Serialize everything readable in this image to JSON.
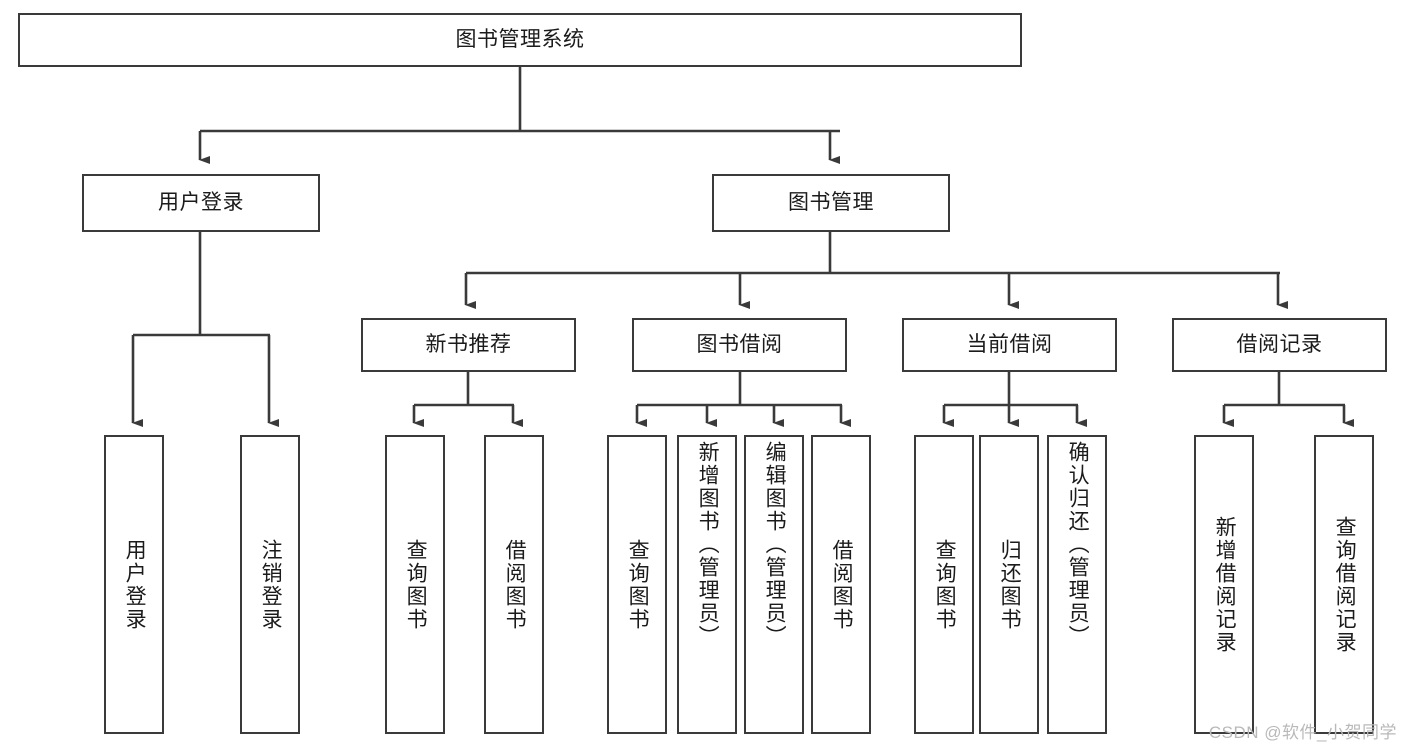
{
  "diagram": {
    "title": "图书管理系统",
    "root": {
      "label": "图书管理系统"
    },
    "level1": [
      {
        "label": "用户登录"
      },
      {
        "label": "图书管理"
      }
    ],
    "level2": [
      {
        "label": "新书推荐"
      },
      {
        "label": "图书借阅"
      },
      {
        "label": "当前借阅"
      },
      {
        "label": "借阅记录"
      }
    ],
    "leaves": {
      "user_login": [
        {
          "label": "用户登录"
        },
        {
          "label": "注销登录"
        }
      ],
      "new_book_recommend": [
        {
          "label": "查询图书"
        },
        {
          "label": "借阅图书"
        }
      ],
      "book_borrow": [
        {
          "label": "查询图书"
        },
        {
          "label": "新增图书（管理员）"
        },
        {
          "label": "编辑图书（管理员）"
        },
        {
          "label": "借阅图书"
        }
      ],
      "current_borrow": [
        {
          "label": "查询图书"
        },
        {
          "label": "归还图书"
        },
        {
          "label": "确认归还（管理员）"
        }
      ],
      "borrow_record": [
        {
          "label": "新增借阅记录"
        },
        {
          "label": "查询借阅记录"
        }
      ]
    }
  },
  "watermark": "CSDN @软件_小贺同学",
  "colors": {
    "stroke": "#3a3a3a",
    "background": "#ffffff",
    "text": "#1b1b1b",
    "watermark": "#b9b9b9"
  }
}
